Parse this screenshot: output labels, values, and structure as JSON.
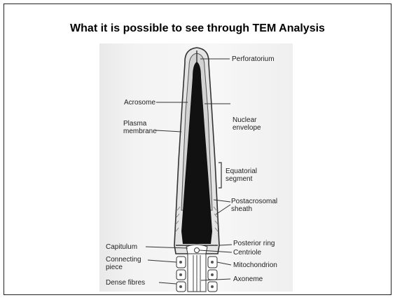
{
  "slide": {
    "title": "What it is possible to see through TEM Analysis"
  },
  "labels": {
    "perforatorium": "Perforatorium",
    "acrosome": "Acrosome",
    "plasma_membrane": "Plasma\nmembrane",
    "nuclear_envelope": "Nuclear\nenvelope",
    "equatorial_segment": "Equatorial\nsegment",
    "postacrosomal_sheath": "Postacrosomal\nsheath",
    "posterior_ring": "Posterior ring",
    "capitulum": "Capitulum",
    "centriole": "Centriole",
    "connecting_piece": "Connecting\npiece",
    "mitochondrion": "Mitochondrion",
    "dense_fibres": "Dense fibres",
    "axoneme": "Axoneme"
  },
  "colors": {
    "nucleus": "#111111",
    "outline": "#333333",
    "background": "#f3f3f3"
  }
}
